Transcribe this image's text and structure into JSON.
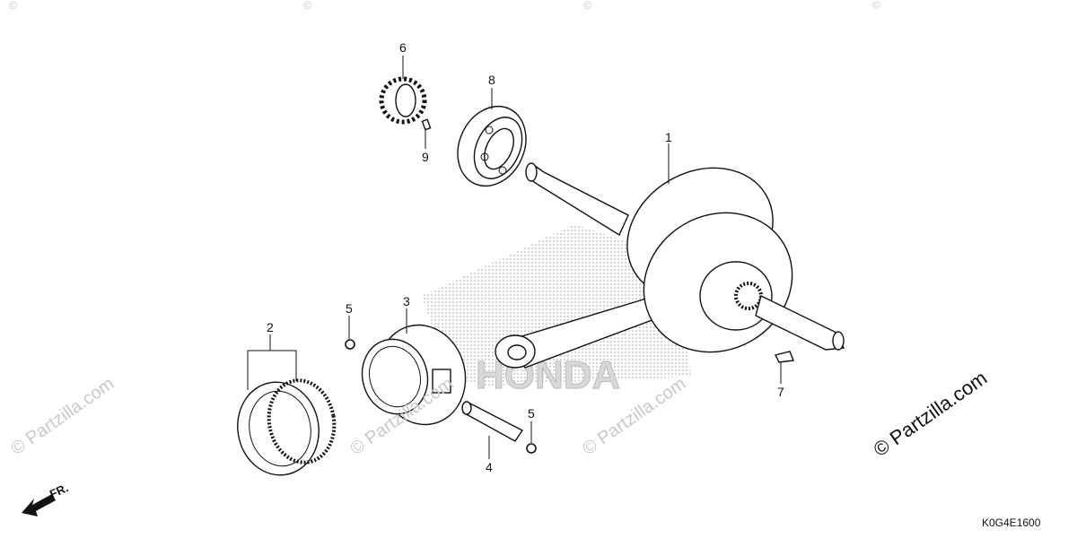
{
  "callouts": {
    "p1": "1",
    "p2": "2",
    "p3": "3",
    "p4": "4",
    "p5a": "5",
    "p5b": "5",
    "p6": "6",
    "p7": "7",
    "p8": "8",
    "p9": "9"
  },
  "watermarks": {
    "main": "© Partzilla.com",
    "faint": "© Partzilla.com"
  },
  "logo_text": "HONDA",
  "front_label": "FR.",
  "diagram_code": "K0G4E1600"
}
